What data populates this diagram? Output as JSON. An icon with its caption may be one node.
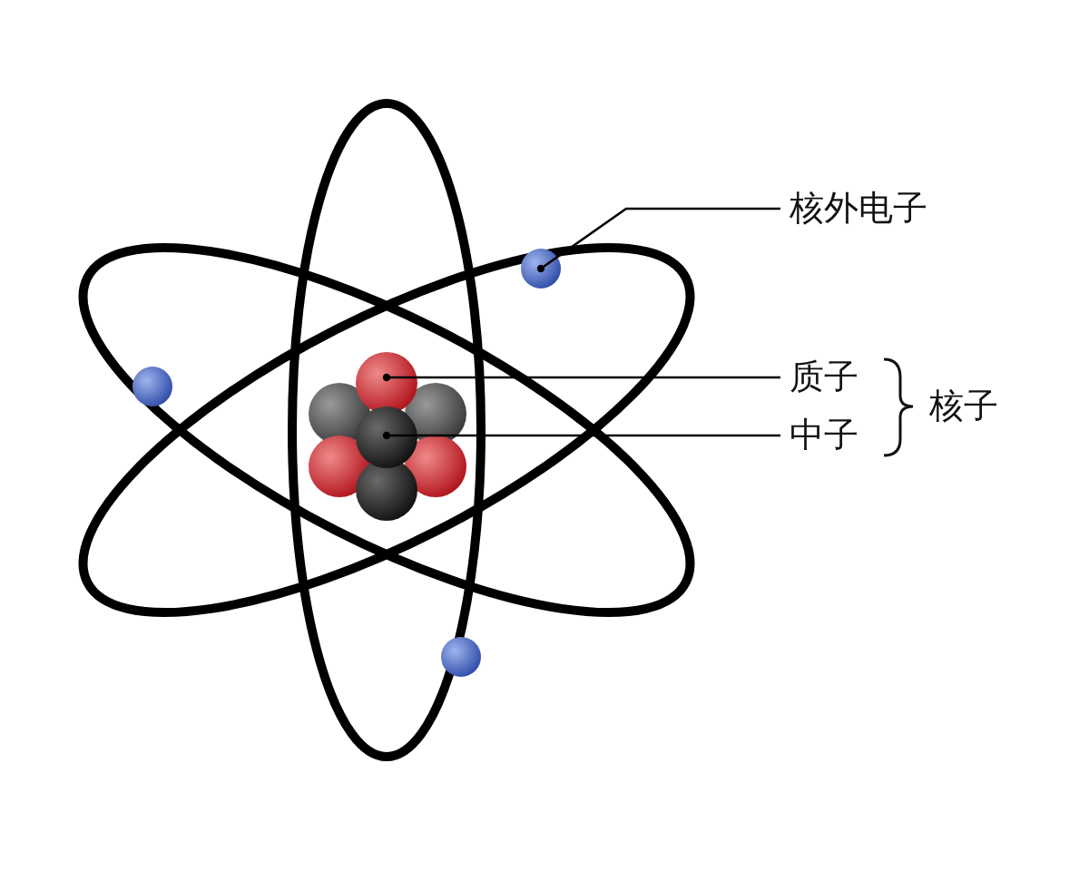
{
  "diagram": {
    "nodes": [
      {
        "text": [
          "核外电子"
        ]
      },
      {
        "text": [],
        "shape": "circle"
      },
      {
        "text": [
          "质子"
        ]
      },
      {
        "text": [],
        "shape": "circle"
      },
      {
        "text": [
          "中子"
        ]
      },
      {
        "text": [],
        "shape": "circle"
      }
    ],
    "edges": [
      {
        "from": 0,
        "to": 1,
        "arrow": "other"
      },
      {
        "from": 2,
        "to": 3,
        "arrow": "other"
      },
      {
        "from": 4,
        "to": 5,
        "arrow": "other"
      }
    ],
    "labels": [
      "核子"
    ]
  }
}
